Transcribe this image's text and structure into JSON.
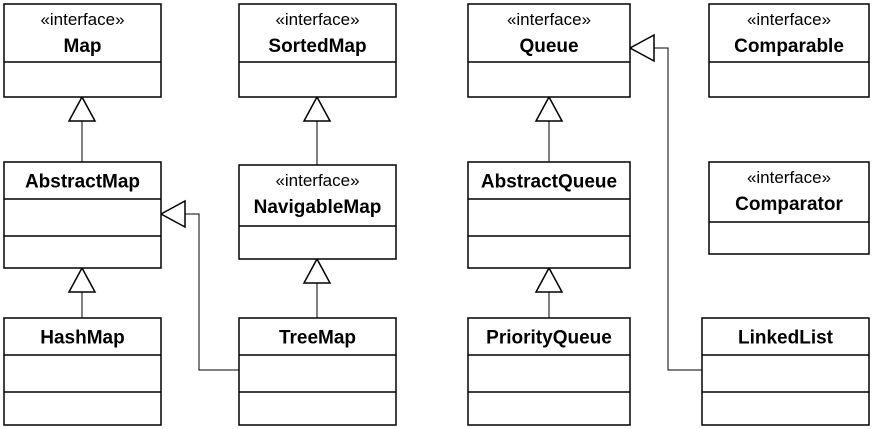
{
  "diagram": {
    "classes": [
      {
        "id": "map",
        "stereotype": "«interface»",
        "name": "Map"
      },
      {
        "id": "sortedmap",
        "stereotype": "«interface»",
        "name": "SortedMap"
      },
      {
        "id": "queue",
        "stereotype": "«interface»",
        "name": "Queue"
      },
      {
        "id": "comparable",
        "stereotype": "«interface»",
        "name": "Comparable"
      },
      {
        "id": "abstractmap",
        "stereotype": "",
        "name": "AbstractMap"
      },
      {
        "id": "navigablemap",
        "stereotype": "«interface»",
        "name": "NavigableMap"
      },
      {
        "id": "abstractqueue",
        "stereotype": "",
        "name": "AbstractQueue"
      },
      {
        "id": "comparator",
        "stereotype": "«interface»",
        "name": "Comparator"
      },
      {
        "id": "hashmap",
        "stereotype": "",
        "name": "HashMap"
      },
      {
        "id": "treemap",
        "stereotype": "",
        "name": "TreeMap"
      },
      {
        "id": "priorityqueue",
        "stereotype": "",
        "name": "PriorityQueue"
      },
      {
        "id": "linkedlist",
        "stereotype": "",
        "name": "LinkedList"
      }
    ],
    "relations": [
      {
        "type": "generalization",
        "from": "abstractmap",
        "to": "map"
      },
      {
        "type": "generalization",
        "from": "hashmap",
        "to": "abstractmap"
      },
      {
        "type": "generalization",
        "from": "treemap",
        "to": "abstractmap"
      },
      {
        "type": "generalization",
        "from": "navigablemap",
        "to": "sortedmap"
      },
      {
        "type": "generalization",
        "from": "treemap",
        "to": "navigablemap"
      },
      {
        "type": "generalization",
        "from": "abstractqueue",
        "to": "queue"
      },
      {
        "type": "generalization",
        "from": "priorityqueue",
        "to": "abstractqueue"
      },
      {
        "type": "generalization",
        "from": "linkedlist",
        "to": "queue"
      }
    ]
  }
}
